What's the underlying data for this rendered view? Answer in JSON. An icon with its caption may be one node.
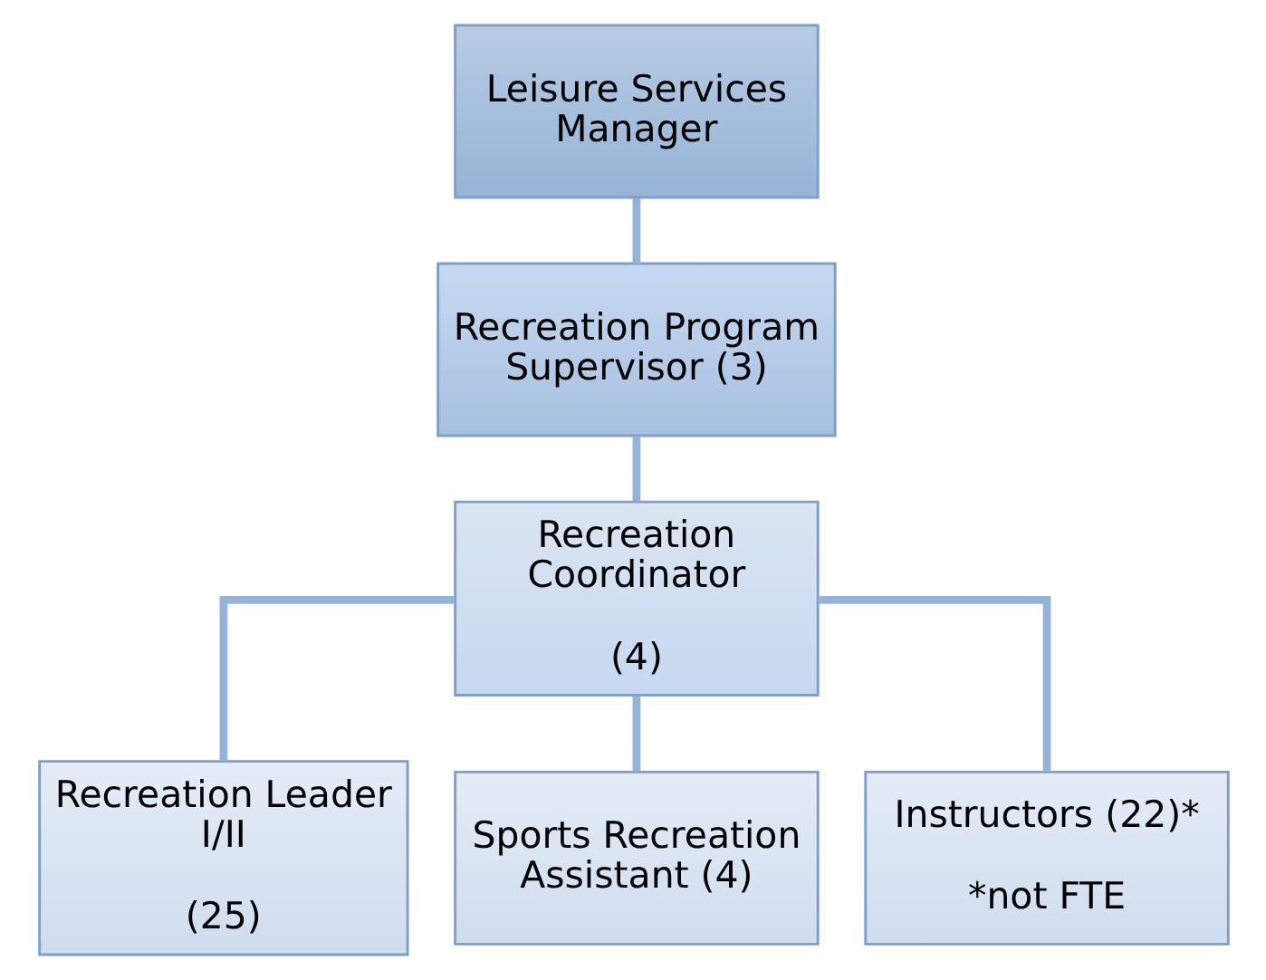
{
  "diagram": {
    "nodes": [
      {
        "text": [
          "Leisure Services Manager"
        ]
      },
      {
        "text": [
          "Recreation Program Supervisor (3)"
        ]
      },
      {
        "text": [
          "Recreation Coordinator",
          "(4)"
        ]
      },
      {
        "text": [
          "Recreation Leader I/II",
          "(25)"
        ]
      },
      {
        "text": [
          "Sports Recreation Assistant (4)"
        ]
      },
      {
        "text": [
          "Instructors (22)*",
          "*not FTE"
        ]
      }
    ],
    "edges": [
      {
        "from": 0,
        "to": 1,
        "arrow": "none"
      },
      {
        "from": 1,
        "to": 2,
        "arrow": "none"
      },
      {
        "from": 2,
        "to": 3,
        "arrow": "none"
      },
      {
        "from": 2,
        "to": 4,
        "arrow": "none"
      },
      {
        "from": 2,
        "to": 5,
        "arrow": "none"
      }
    ]
  }
}
